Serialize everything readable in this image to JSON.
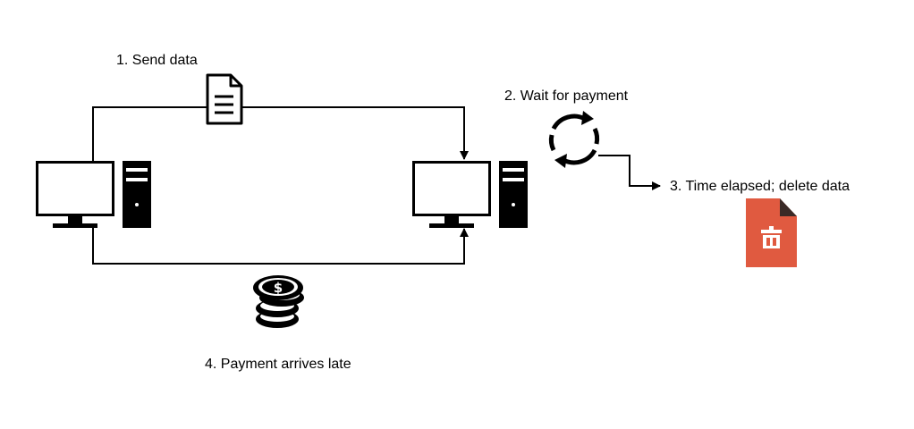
{
  "labels": {
    "send": "1. Send data",
    "wait": "2. Wait for payment",
    "time_elapsed": "3. Time elapsed; delete data",
    "payment_late": "4. Payment arrives late"
  },
  "icons": {
    "sender_computer": "desktop-computer-icon",
    "receiver_computer": "desktop-computer-icon",
    "document": "document-icon",
    "wait": "refresh-cycle-icon",
    "delete": "delete-file-icon",
    "payment": "coin-stack-icon"
  },
  "colors": {
    "line": "#000000",
    "delete_file": "#e05a40",
    "delete_file_fold": "#3a2a26"
  }
}
